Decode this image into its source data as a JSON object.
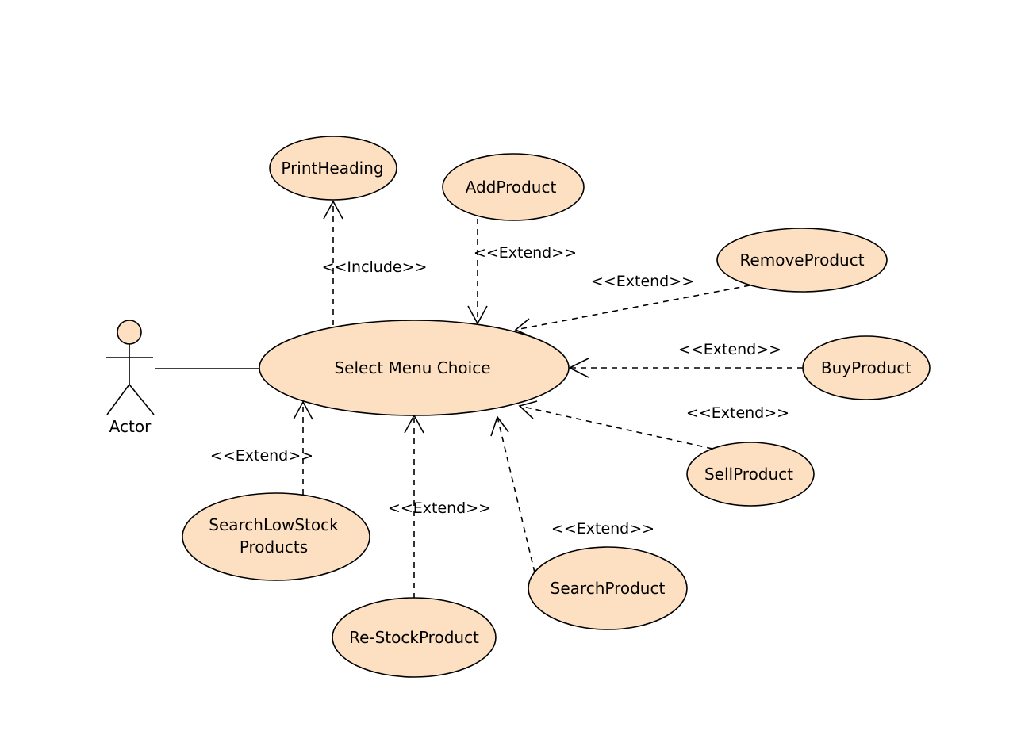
{
  "colors": {
    "use_case_fill": "#fde0c1",
    "stroke": "#000000",
    "background": "#ffffff"
  },
  "actor": {
    "label": "Actor"
  },
  "use_cases": {
    "select_menu_choice": "Select Menu Choice",
    "print_heading": "PrintHeading",
    "add_product": "AddProduct",
    "remove_product": "RemoveProduct",
    "buy_product": "BuyProduct",
    "sell_product": "SellProduct",
    "search_product": "SearchProduct",
    "restock_product": "Re-StockProduct",
    "search_low_stock_line1": "SearchLowStock",
    "search_low_stock_line2": "Products"
  },
  "relationships": {
    "include": "<<Include>>",
    "extend_add": "<<Extend>>",
    "extend_remove": "<<Extend>>",
    "extend_buy": "<<Extend>>",
    "extend_sell": "<<Extend>>",
    "extend_search": "<<Extend>>",
    "extend_restock": "<<Extend>>",
    "extend_low_stock": "<<Extend>>"
  }
}
